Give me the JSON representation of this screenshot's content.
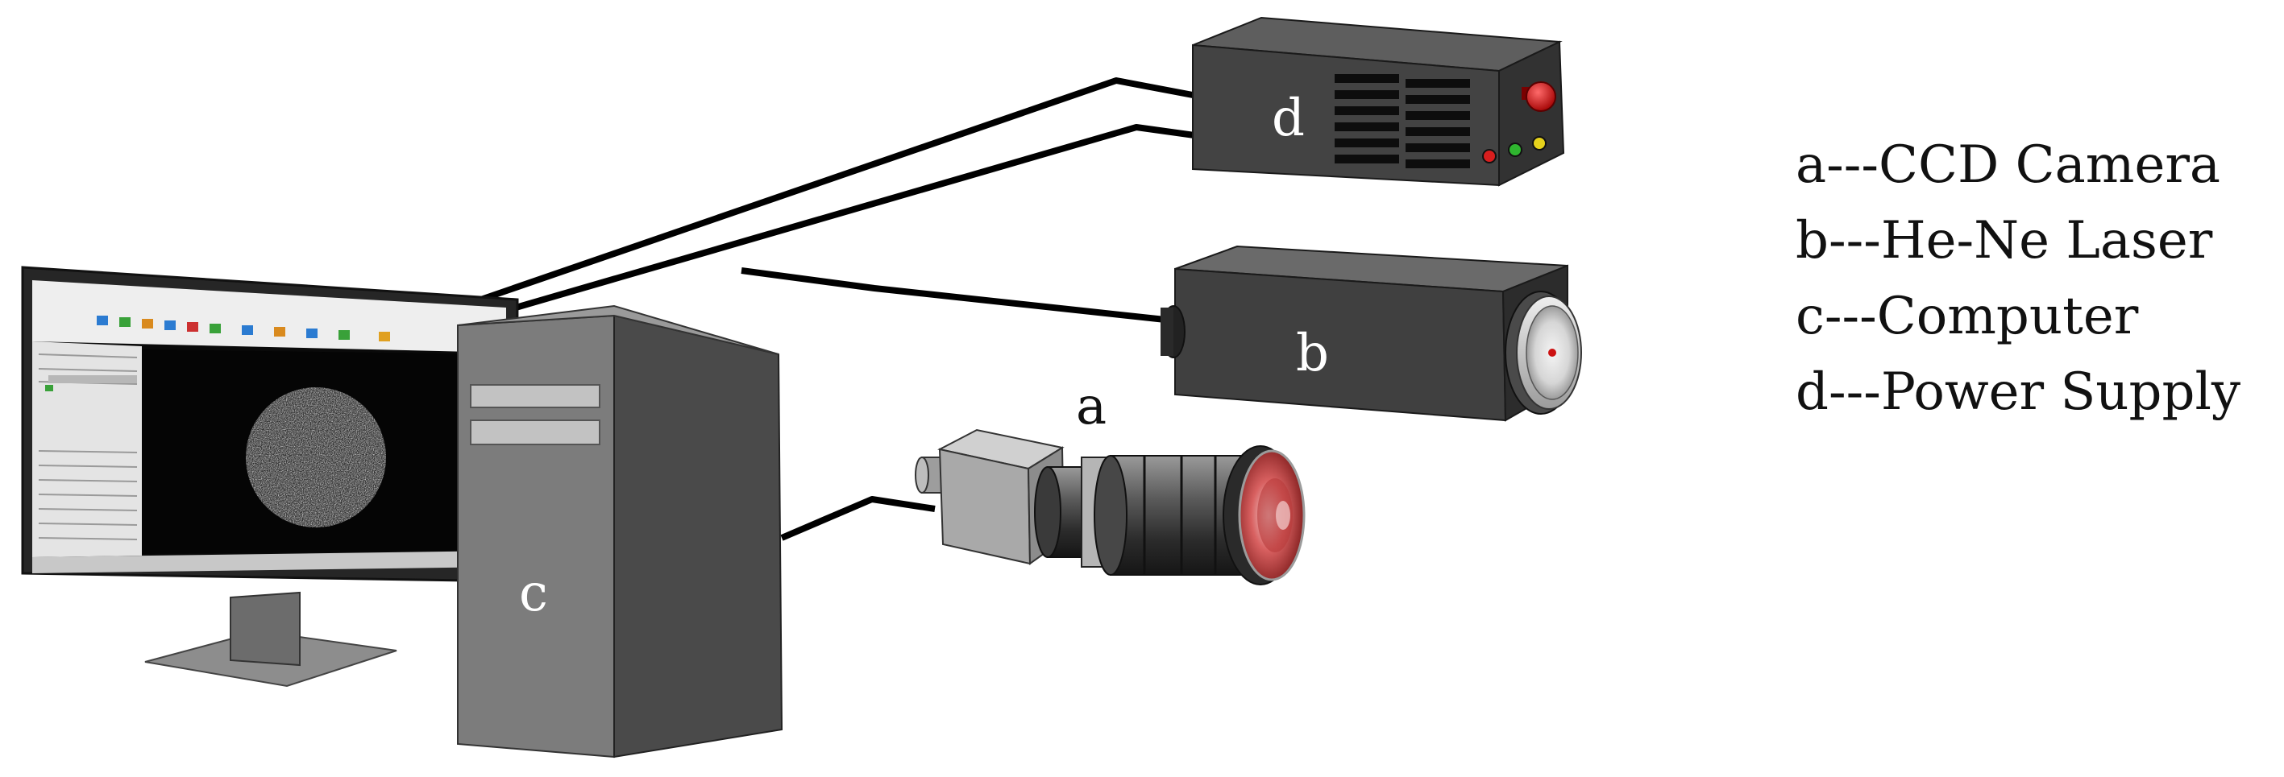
{
  "labels": {
    "camera": "a",
    "laser": "b",
    "computer": "c",
    "power_supply": "d"
  },
  "legend": [
    "a---CCD Camera",
    "b---He-Ne Laser",
    "c---Computer",
    "d---Power Supply"
  ],
  "colors": {
    "device_dark": "#3d3d3d",
    "device_mid": "#5a5a5a",
    "tower_gray": "#7c7c7c",
    "cable": "#000000",
    "screen_bg": "#0a0a0a",
    "knob_red": "#cc1111",
    "led_red": "#d81e1e",
    "led_green": "#2fb52f",
    "led_yellow": "#e6d21c"
  }
}
